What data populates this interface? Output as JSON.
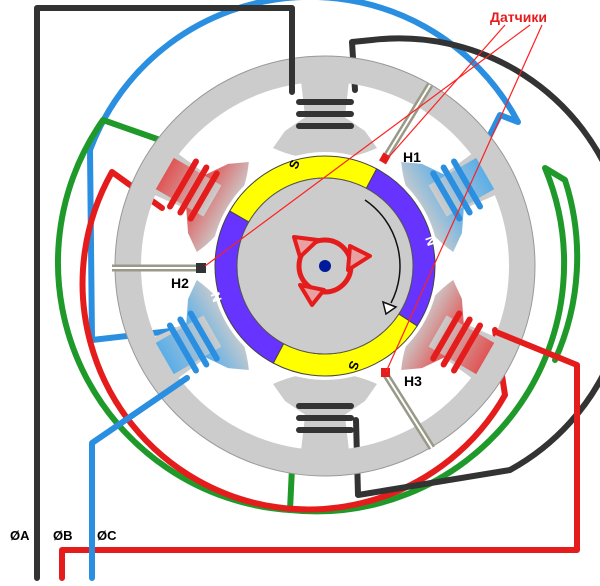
{
  "title": "Датчики",
  "sensors": {
    "h1": "H1",
    "h2": "H2",
    "h3": "H3"
  },
  "poles": {
    "s_top": "S",
    "s_bottom": "S",
    "n_left": "N",
    "n_right": "N"
  },
  "phases": {
    "a": "ØA",
    "b": "ØB",
    "c": "ØC"
  },
  "colors": {
    "phase_a": "#333333",
    "phase_b": "#e51c1c",
    "phase_c": "#2a8fe0",
    "green": "#1f9a2a",
    "magnet_s": "#ffff00",
    "magnet_n": "#6633ff",
    "stator": "#cccccc"
  }
}
